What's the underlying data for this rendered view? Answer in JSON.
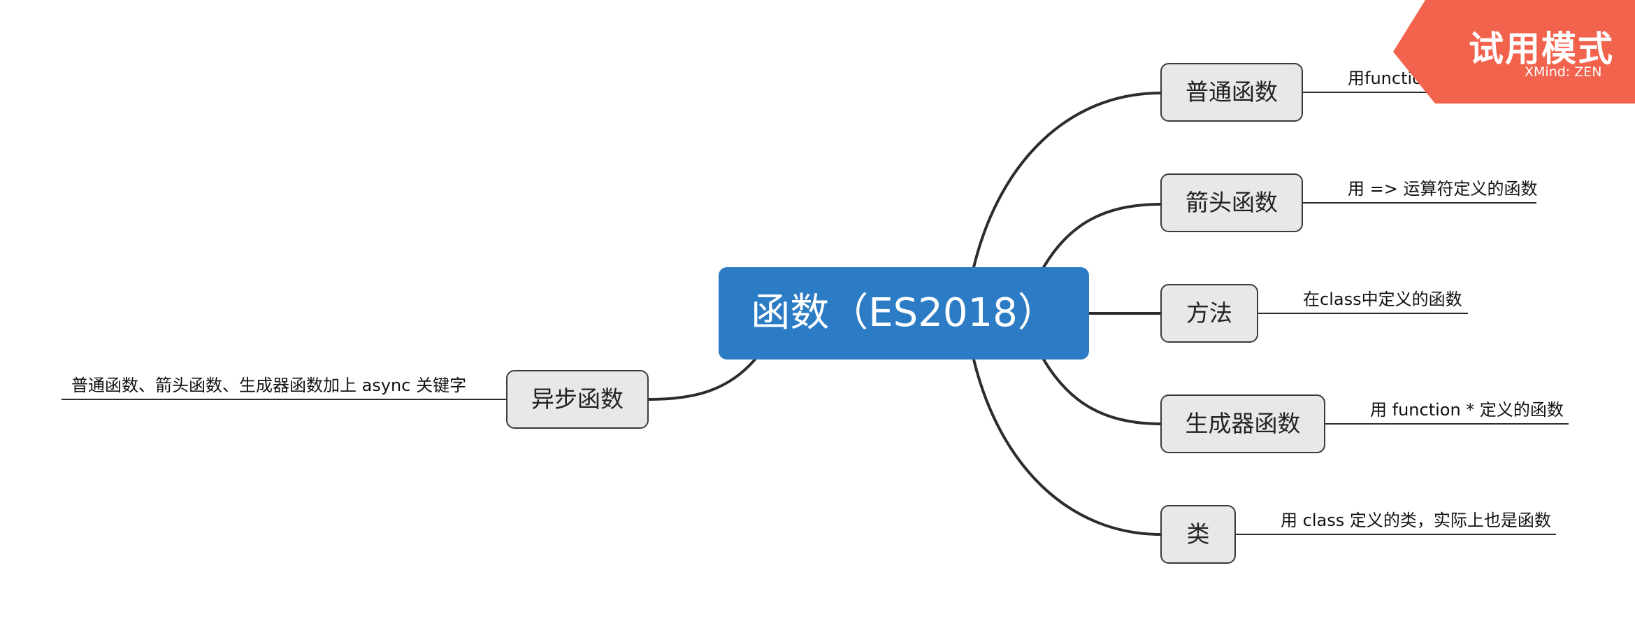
{
  "root": {
    "label": "函数（ES2018）"
  },
  "branches": [
    {
      "label": "普通函数",
      "note": "用function关键字定义的函数"
    },
    {
      "label": "箭头函数",
      "note": "用 => 运算符定义的函数"
    },
    {
      "label": "方法",
      "note": "在class中定义的函数"
    },
    {
      "label": "生成器函数",
      "note": "用 function * 定义的函数"
    },
    {
      "label": "类",
      "note": "用 class 定义的类，实际上也是函数"
    },
    {
      "label": "异步函数",
      "note": "普通函数、箭头函数、生成器函数加上 async 关键字"
    }
  ],
  "watermark": {
    "title": "试用模式",
    "brand": "XMind: ZEN",
    "color": "#f2634e"
  },
  "colors": {
    "root": "#2b7bc5",
    "node_fill": "#e8e8e8",
    "line": "#2c2c2c"
  }
}
